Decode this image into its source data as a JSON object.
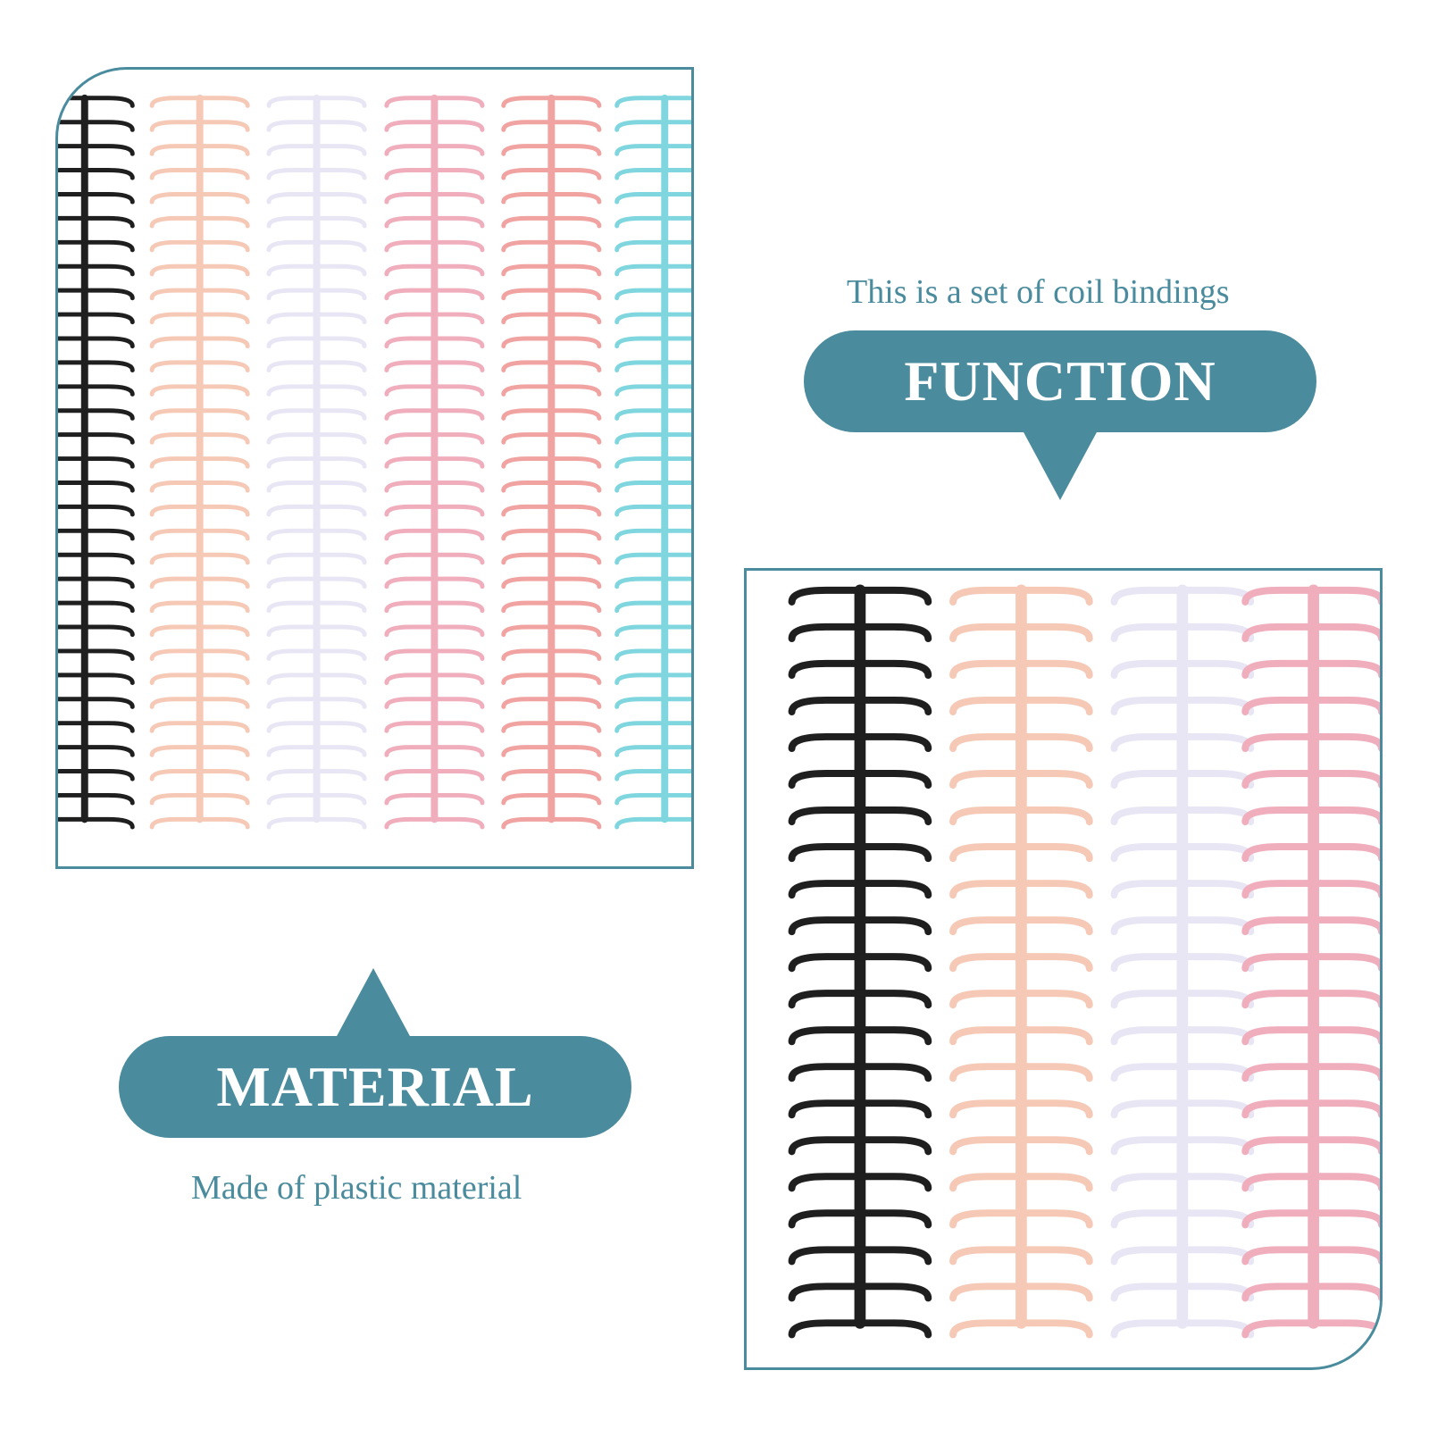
{
  "colors": {
    "accent": "#4a8b9d",
    "coil_black": "#1f1f1f",
    "coil_peach": "#f6c9b6",
    "coil_white": "#e8e6f4",
    "coil_pink": "#f0aebd",
    "coil_salmon": "#f0a3a0",
    "coil_cyan": "#7fd6de"
  },
  "function_section": {
    "caption": "This is a set of coil bindings",
    "heading": "FUNCTION"
  },
  "material_section": {
    "heading": "MATERIAL",
    "caption": "Made of plastic material"
  },
  "photos": {
    "top": {
      "coils": [
        "black",
        "peach",
        "white",
        "pink",
        "salmon",
        "cyan"
      ]
    },
    "bottom": {
      "coils": [
        "black",
        "peach",
        "white",
        "pink"
      ]
    }
  }
}
